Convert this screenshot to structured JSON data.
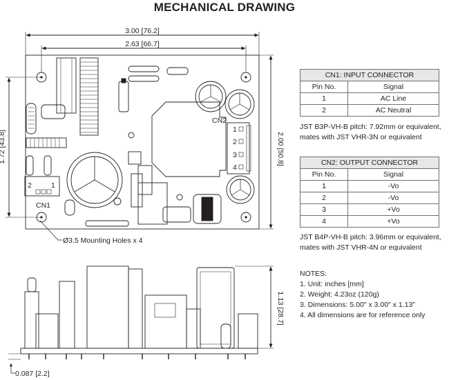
{
  "title": "MECHANICAL DRAWING",
  "top_view": {
    "dim_width": "3.00 [76.2]",
    "dim_hole_spacing_x": "2.63 [66.7]",
    "dim_height": "2.00 [50.8]",
    "dim_hole_spacing_y": "1.72 [43.8]",
    "mounting_holes_label": "Ø3.5 Mounting Holes x 4",
    "cn1_label": "CN1",
    "cn1_pins": [
      "2",
      "1"
    ],
    "cn2_label": "CN2",
    "cn2_pins": [
      "1",
      "2",
      "3",
      "4"
    ]
  },
  "side_view": {
    "dim_height": "1.13 [28.7]",
    "dim_lead": "0.087 [2.2]"
  },
  "cn1_table": {
    "title": "CN1: INPUT CONNECTOR",
    "headers": [
      "Pin No.",
      "Signal"
    ],
    "rows": [
      [
        "1",
        "AC Line"
      ],
      [
        "2",
        "AC Neutral"
      ]
    ],
    "note_lines": [
      "JST B3P-VH-B pitch: 7.92mm or equivalent,",
      "mates with JST VHR-3N or equivalent"
    ]
  },
  "cn2_table": {
    "title": "CN2: OUTPUT CONNECTOR",
    "headers": [
      "Pin No.",
      "Signal"
    ],
    "rows": [
      [
        "1",
        "-Vo"
      ],
      [
        "2",
        "-Vo"
      ],
      [
        "3",
        "+Vo"
      ],
      [
        "4",
        "+Vo"
      ]
    ],
    "note_lines": [
      "JST B4P-VH-B pitch: 3.96mm or equivalent,",
      "mates with JST VHR-4N or equivalent"
    ]
  },
  "notes": {
    "heading": "NOTES:",
    "items": [
      "1. Unit: inches [mm]",
      "2. Weight: 4.23oz (120g)",
      "3. Dimensions: 5.00\" x 3.00\" x 1.13\"",
      "4. All dimensions are for reference only"
    ]
  }
}
